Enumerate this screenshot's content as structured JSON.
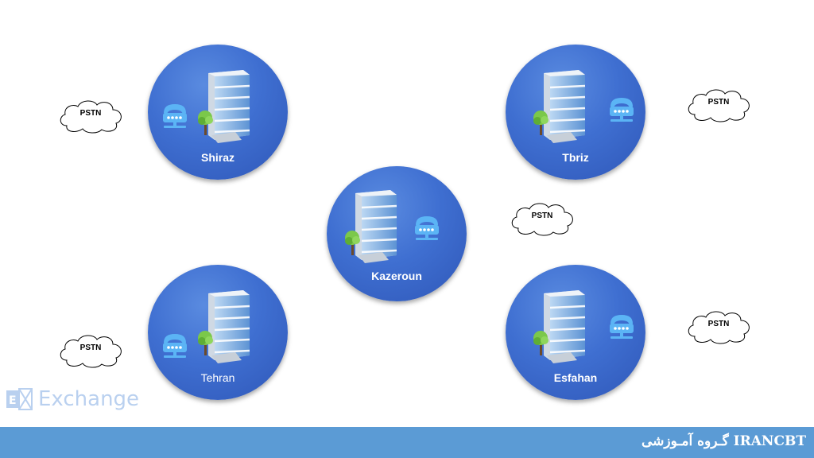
{
  "sites": [
    {
      "id": "shiraz",
      "label": "Shiraz"
    },
    {
      "id": "tbriz",
      "label": "Tbriz"
    },
    {
      "id": "kazeroun",
      "label": "Kazeroun"
    },
    {
      "id": "tehran",
      "label": "Tehran"
    },
    {
      "id": "esfahan",
      "label": "Esfahan"
    }
  ],
  "clouds": [
    "PSTN",
    "PSTN",
    "PSTN",
    "PSTN",
    "PSTN"
  ],
  "icons": {
    "building": "office-building-icon",
    "phone": "telephone-icon",
    "cloud": "cloud-shape"
  },
  "colors": {
    "site_fill": "#3f6fd1",
    "phone": "#5bb4f5",
    "footer": "#5b9bd5",
    "watermark": "#2a6fd0"
  },
  "watermark": {
    "text": "Exchange"
  },
  "footer": {
    "text": "گـروه آمـوزشی IRANCBT"
  }
}
